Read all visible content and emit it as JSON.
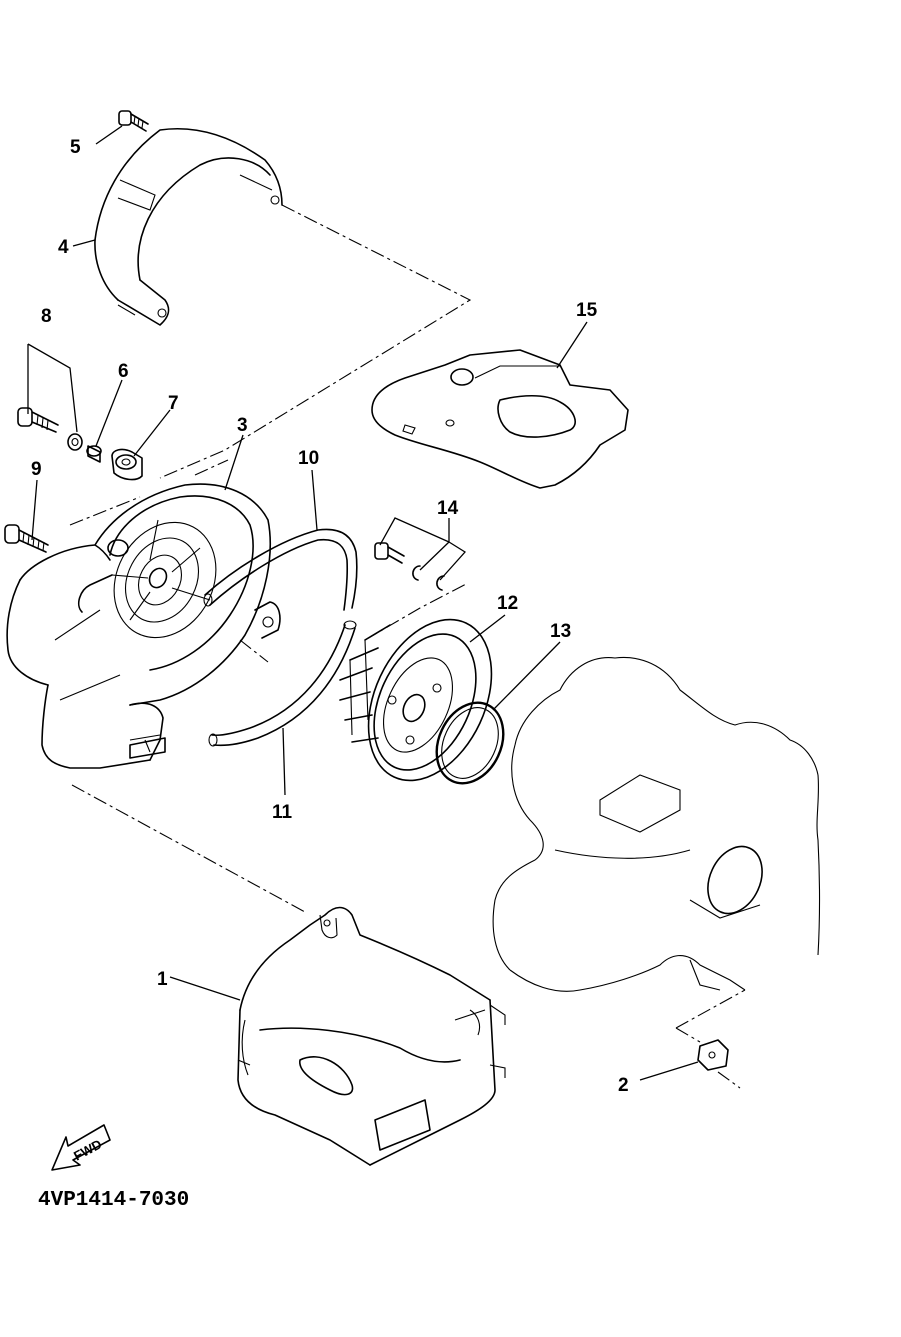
{
  "diagram": {
    "part_code": "4VP1414-7030",
    "fwd_label": "FWD",
    "callouts": [
      {
        "id": "c1",
        "label": "1"
      },
      {
        "id": "c2",
        "label": "2"
      },
      {
        "id": "c3",
        "label": "3"
      },
      {
        "id": "c4",
        "label": "4"
      },
      {
        "id": "c5",
        "label": "5"
      },
      {
        "id": "c6",
        "label": "6"
      },
      {
        "id": "c7",
        "label": "7"
      },
      {
        "id": "c8",
        "label": "8"
      },
      {
        "id": "c9",
        "label": "9"
      },
      {
        "id": "c10",
        "label": "10"
      },
      {
        "id": "c11",
        "label": "11"
      },
      {
        "id": "c12",
        "label": "12"
      },
      {
        "id": "c13",
        "label": "13"
      },
      {
        "id": "c14",
        "label": "14"
      },
      {
        "id": "c15",
        "label": "15"
      }
    ]
  }
}
